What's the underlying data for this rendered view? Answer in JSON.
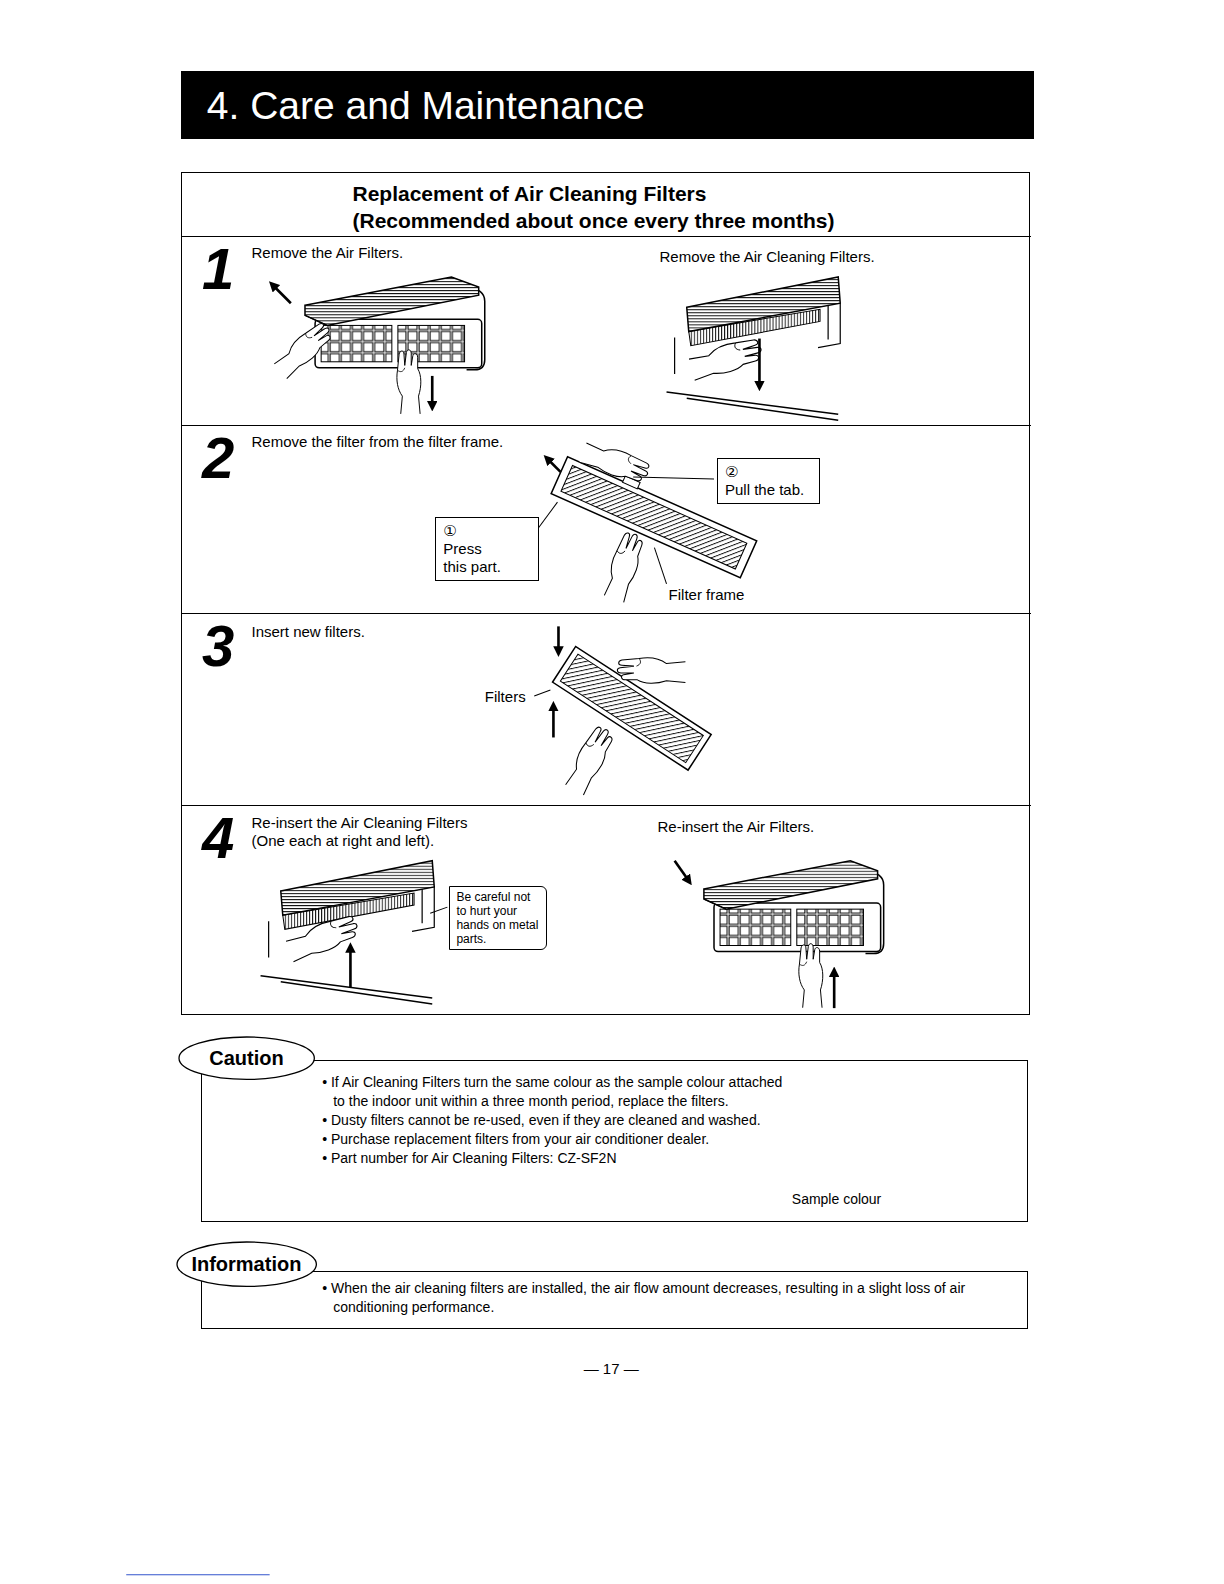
{
  "diagram": {
    "title": "4. Care and Maintenance",
    "nodes": [
      {
        "text": [
          "Replacement of Air Cleaning Filters (Recommended about once every three months)"
        ]
      },
      {
        "text": [
          "1",
          "Remove the Air Filters.",
          "Remove the Air Cleaning Filters."
        ],
        "in": 0
      },
      {
        "text": [
          "2",
          "Remove the filter from the filter frame."
        ],
        "in": 0
      },
      {
        "text": [
          "②",
          "Pull the tab."
        ],
        "in": 2
      },
      {
        "text": [
          "①",
          "Press this part."
        ],
        "in": 2
      },
      {
        "text": [
          "3",
          "Insert new filters."
        ],
        "in": 0
      },
      {
        "text": [
          "4",
          "Re-insert the Air Cleaning Filters (One each at right and left).",
          "Re-insert the Air Filters."
        ],
        "in": 0
      },
      {
        "text": [
          "Be careful not to hurt your hands on metal parts."
        ],
        "in": 6
      },
      {
        "text": [
          "• If Air Cleaning Filters turn the same colour as the sample colour attached to the indoor unit within a three month period, replace the filters.",
          "• Dusty filters cannot be re-used, even if they are cleaned and washed.",
          "• Purchase replacement filters from your air conditioner dealer.",
          "• Part number for Air Cleaning Filters: CZ-SF2N",
          "Sample colour"
        ]
      },
      {
        "text": [
          "Caution"
        ],
        "in": 8
      },
      {
        "text": [
          "• When the air cleaning filters are installed, the air flow amount decreases, resulting in a slight loss of air conditioning performance."
        ]
      },
      {
        "text": [
          "Information"
        ],
        "in": 10
      }
    ],
    "labels": [
      "Filter frame",
      "Filters",
      "— 17 —"
    ]
  }
}
